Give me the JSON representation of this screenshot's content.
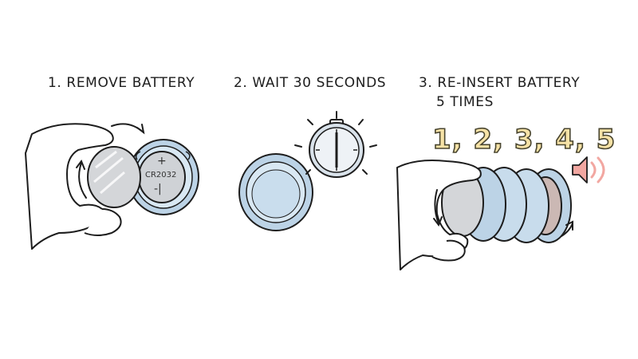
{
  "steps": [
    {
      "title": "1. REMOVE BATTERY"
    },
    {
      "title": "2. WAIT 30 SECONDS"
    },
    {
      "title_line1": "3. RE-INSERT BATTERY",
      "title_line2": "5 TIMES"
    }
  ],
  "battery": {
    "model": "CR2032",
    "plus": "+",
    "minus": "-|"
  },
  "counter_text": "1, 2, 3, 4, 5",
  "colors": {
    "ink": "#1d1d1d",
    "cover_blue": "#bcd3e6",
    "cover_light": "#d9e8f3",
    "battery_grey": "#cfd2d6",
    "count_fill": "#f6e2a6",
    "speaker_pink": "#f2a7a1",
    "clock_face": "#eef2f6"
  },
  "icons": [
    "hand-icon",
    "coin-battery-icon",
    "battery-cover-icon",
    "stopwatch-icon",
    "speaker-icon",
    "curved-arrow-icon"
  ]
}
